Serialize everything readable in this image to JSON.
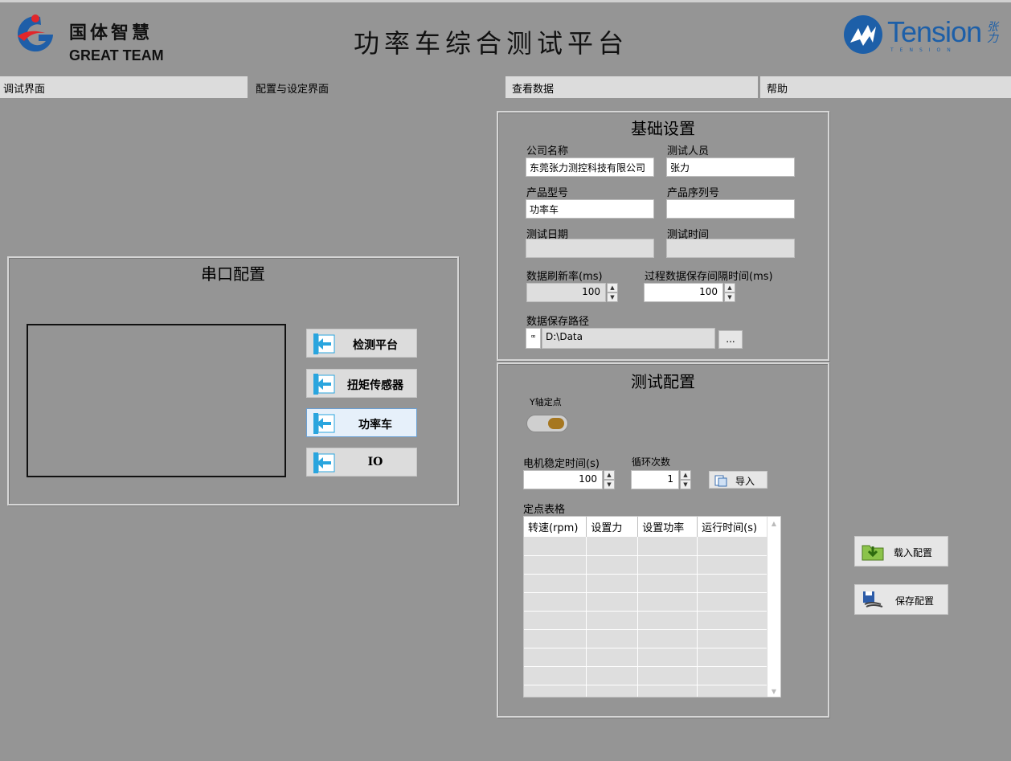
{
  "header": {
    "brand_cn": "国体智慧",
    "brand_en": "GREAT TEAM",
    "app_title": "功率车综合测试平台",
    "partner_brand": "Tension",
    "partner_brand_sub": "TENSION",
    "partner_seal": "张力"
  },
  "tabs": [
    {
      "label": "调试界面"
    },
    {
      "label": "配置与设定界面"
    },
    {
      "label": "查看数据"
    },
    {
      "label": "帮助"
    }
  ],
  "serial_config": {
    "title": "串口配置",
    "buttons": [
      {
        "label": "检测平台"
      },
      {
        "label": "扭矩传感器"
      },
      {
        "label": "功率车"
      },
      {
        "label": "IO"
      }
    ]
  },
  "basic_settings": {
    "title": "基础设置",
    "company_label": "公司名称",
    "company_value": "东莞张力测控科技有限公司",
    "tester_label": "测试人员",
    "tester_value": "张力",
    "model_label": "产品型号",
    "model_value": "功率车",
    "serial_label": "产品序列号",
    "serial_value": "",
    "date_label": "测试日期",
    "date_value": "",
    "time_label": "测试时间",
    "time_value": "",
    "refresh_label": "数据刷新率(ms)",
    "refresh_value": "100",
    "interval_label": "过程数据保存间隔时间(ms)",
    "interval_value": "100",
    "path_label": "数据保存路径",
    "path_value": "D:\\Data",
    "browse_label": "..."
  },
  "test_config": {
    "title": "测试配置",
    "y_axis_label": "Y轴定点",
    "motor_time_label": "电机稳定时间(s)",
    "motor_time_value": "100",
    "cycles_label": "循环次数",
    "cycles_value": "1",
    "import_label": "导入",
    "table_label": "定点表格",
    "table_columns": [
      "转速(rpm)",
      "设置力",
      "设置功率",
      "运行时间(s)"
    ],
    "table_rows": 9
  },
  "actions": {
    "load_label": "载入配置",
    "save_label": "保存配置"
  },
  "colors": {
    "background": "#959595",
    "brand_blue": "#1d5fa8",
    "selected_button": "#e6f0fa"
  }
}
